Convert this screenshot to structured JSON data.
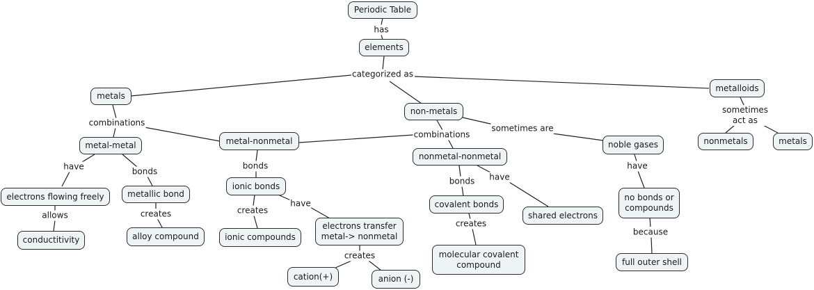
{
  "diagram": {
    "type": "concept-map",
    "nodes": {
      "periodic_table": "Periodic Table",
      "elements": "elements",
      "metals": "metals",
      "non_metals": "non-metals",
      "metalloids": "metalloids",
      "metal_metal": "metal-metal",
      "metal_nonmetal": "metal-nonmetal",
      "nonmetal_nonmetal": "nonmetal-nonmetal",
      "noble_gases": "noble gases",
      "nonmetals": "nonmetals",
      "metals_2": "metals",
      "electrons_flowing": "electrons flowing freely",
      "metallic_bond": "metallic bond",
      "conductivity": "conductitivity",
      "alloy_compound": "alloy compound",
      "ionic_bonds": "ionic bonds",
      "ionic_compounds": "ionic compounds",
      "electrons_transfer_1": "electrons transfer",
      "electrons_transfer_2": "metal-> nonmetal",
      "cation": "cation(+)",
      "anion": "anion (-)",
      "covalent_bonds": "covalent bonds",
      "molecular_covalent_1": "molecular covalent",
      "molecular_covalent_2": "compound",
      "shared_electrons": "shared electrons",
      "no_bonds_1": "no bonds or",
      "no_bonds_2": "compounds",
      "full_outer_shell": "full outer shell"
    },
    "links": {
      "has": "has",
      "categorized_as": "categorized as",
      "combinations_metals": "combinations",
      "combinations_nonmetals": "combinations",
      "sometimes_are": "sometimes are",
      "sometimes_act_as_1": "sometimes",
      "sometimes_act_as_2": "act as",
      "have_mm": "have",
      "bonds_mm": "bonds",
      "allows": "allows",
      "creates_metallic": "creates",
      "bonds_mn": "bonds",
      "creates_ionic": "creates",
      "have_ionic": "have",
      "creates_transfer": "creates",
      "bonds_nn": "bonds",
      "have_nn": "have",
      "creates_covalent": "creates",
      "have_noble": "have",
      "because": "because"
    },
    "colors": {
      "node_fill": "#eef3f5",
      "node_border": "#2b2b2b",
      "line": "#222222"
    }
  }
}
